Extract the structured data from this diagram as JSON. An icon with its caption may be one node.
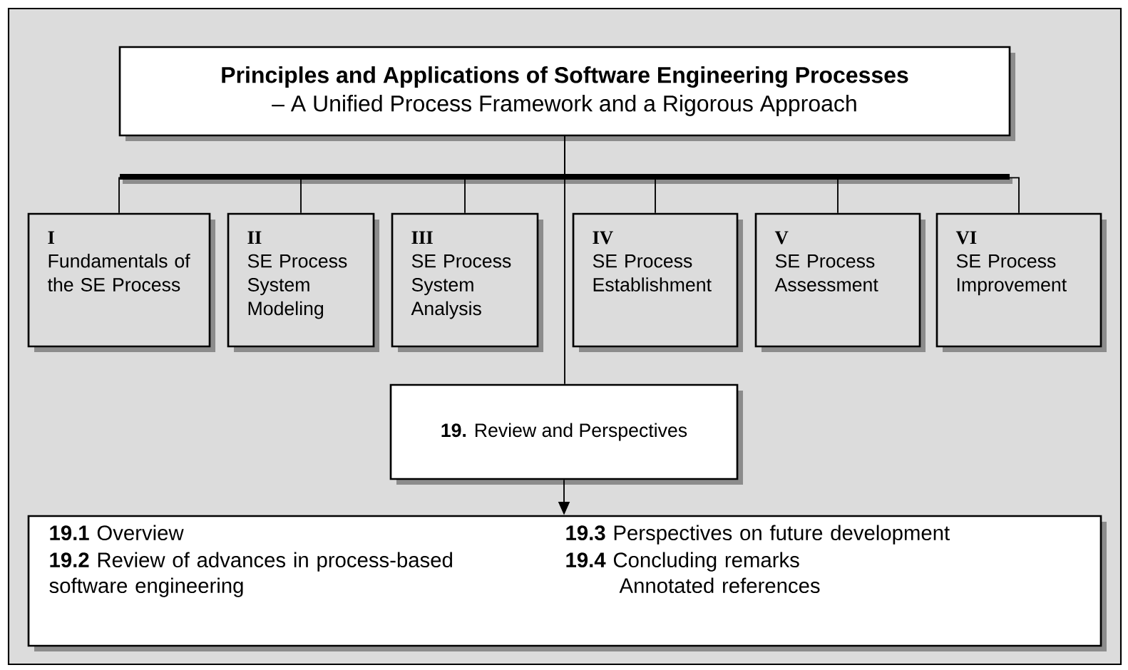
{
  "diagram": {
    "nodes": [
      {
        "text": [
          "Principles and Applications of Software Engineering Processes",
          "– A Unified Process Framework and a Rigorous Approach"
        ]
      },
      {
        "text": [
          "I",
          "Fundamentals of the SE Process"
        ]
      },
      {
        "text": [
          "II",
          "SE Process System Modeling"
        ]
      },
      {
        "text": [
          "III",
          "SE Process System Analysis"
        ]
      },
      {
        "text": [
          "IV",
          "SE Process Establishment"
        ]
      },
      {
        "text": [
          "V",
          "SE Process Assessment"
        ]
      },
      {
        "text": [
          "VI",
          "SE Process Improvement"
        ]
      },
      {
        "text": [
          "**19.** Review and Perspectives"
        ]
      },
      {
        "text": [
          "**19.1** Overview",
          "**19.2** Review of advances in process-based software engineering",
          "**19.3** Perspectives on future development",
          "**19.4** Concluding remarks",
          "Annotated references"
        ]
      }
    ],
    "edges": [
      {
        "from": 0,
        "to": 1,
        "arrow": "none"
      },
      {
        "from": 0,
        "to": 2,
        "arrow": "none"
      },
      {
        "from": 0,
        "to": 3,
        "arrow": "none"
      },
      {
        "from": 0,
        "to": 4,
        "arrow": "none"
      },
      {
        "from": 0,
        "to": 5,
        "arrow": "none"
      },
      {
        "from": 0,
        "to": 6,
        "arrow": "none"
      },
      {
        "from": 0,
        "to": 7,
        "arrow": "none"
      },
      {
        "from": 7,
        "to": 8,
        "arrow": "to"
      }
    ]
  }
}
